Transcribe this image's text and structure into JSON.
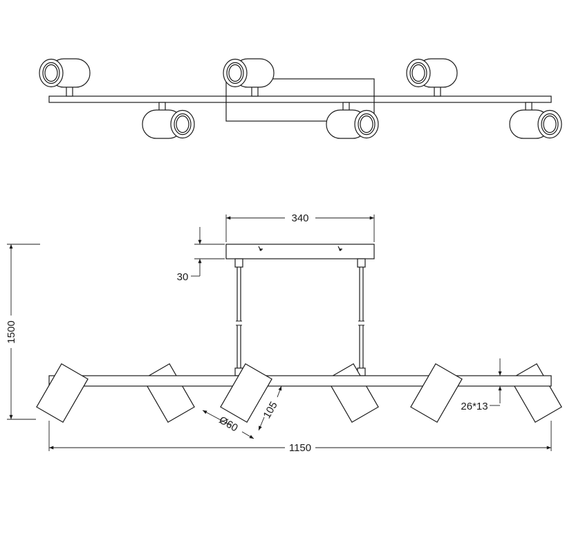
{
  "dimensions": {
    "canopy_width": "340",
    "canopy_height": "30",
    "total_height": "1500",
    "total_length": "1150",
    "bar_section": "26*13",
    "spot_diameter": "Ø60",
    "spot_length": "105"
  }
}
